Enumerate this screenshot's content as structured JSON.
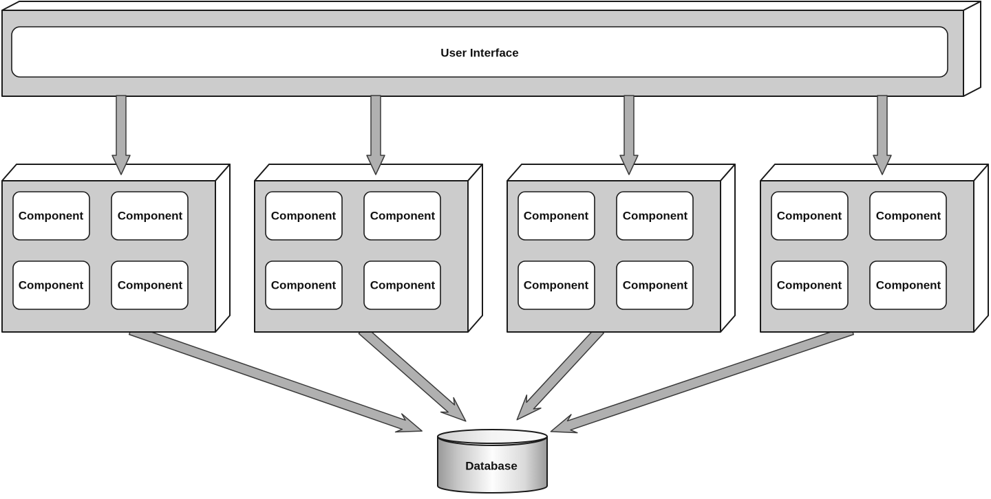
{
  "ui_box": {
    "label": "User Interface"
  },
  "modules": [
    {
      "components": [
        "Component",
        "Component",
        "Component",
        "Component"
      ]
    },
    {
      "components": [
        "Component",
        "Component",
        "Component",
        "Component"
      ]
    },
    {
      "components": [
        "Component",
        "Component",
        "Component",
        "Component"
      ]
    },
    {
      "components": [
        "Component",
        "Component",
        "Component",
        "Component"
      ]
    }
  ],
  "database": {
    "label": "Database"
  },
  "colors": {
    "box_fill": "#cccccc",
    "arrow_fill": "#b0b0b0",
    "outline": "#1a1a1a"
  }
}
